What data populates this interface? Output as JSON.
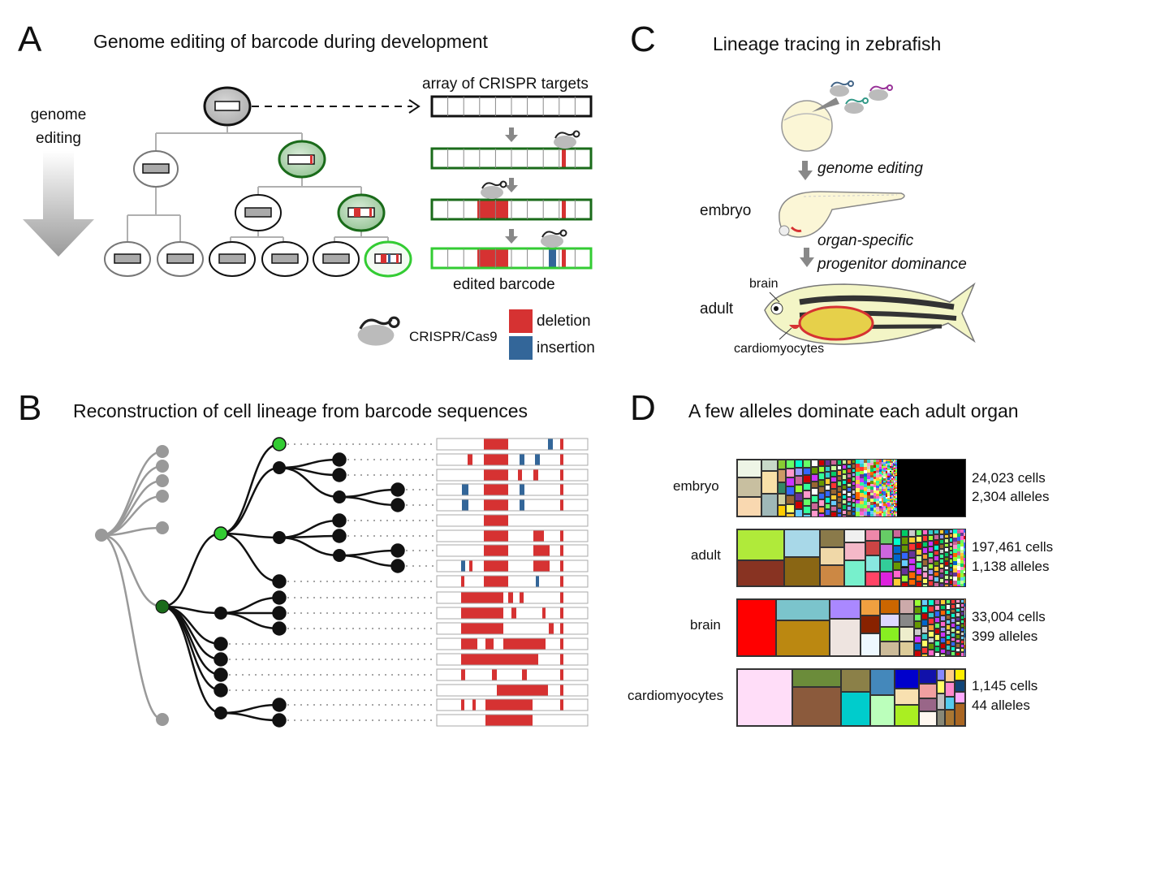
{
  "panelA": {
    "letter": "A",
    "title": "Genome editing of barcode during development",
    "arrow_label_line1": "genome",
    "arrow_label_line2": "editing",
    "array_label": "array of CRISPR targets",
    "edited_label": "edited barcode",
    "legend": {
      "cas9": "CRISPR/Cas9",
      "deletion": "deletion",
      "insertion": "insertion",
      "deletion_color": "#d63232",
      "insertion_color": "#336699"
    }
  },
  "panelB": {
    "letter": "B",
    "title": "Reconstruction of cell lineage from barcode sequences"
  },
  "panelC": {
    "letter": "C",
    "title": "Lineage tracing in zebrafish",
    "step1": "genome editing",
    "embryo": "embryo",
    "step2_line1": "organ-specific",
    "step2_line2": "progenitor dominance",
    "adult": "adult",
    "brain": "brain",
    "cardio": "cardiomyocytes"
  },
  "panelD": {
    "letter": "D",
    "title": "A few alleles dominate each adult organ",
    "rows": [
      {
        "label": "embryo",
        "cells": "24,023 cells",
        "alleles": "2,304 alleles"
      },
      {
        "label": "adult",
        "cells": "197,461 cells",
        "alleles": "1,138 alleles"
      },
      {
        "label": "brain",
        "cells": "33,004 cells",
        "alleles": "399 alleles"
      },
      {
        "label": "cardiomyocytes",
        "cells": "1,145 cells",
        "alleles": "44 alleles"
      }
    ]
  },
  "colors": {
    "green_dark": "#1a6b1a",
    "green_light": "#33cc33",
    "grey_node": "#999999"
  }
}
